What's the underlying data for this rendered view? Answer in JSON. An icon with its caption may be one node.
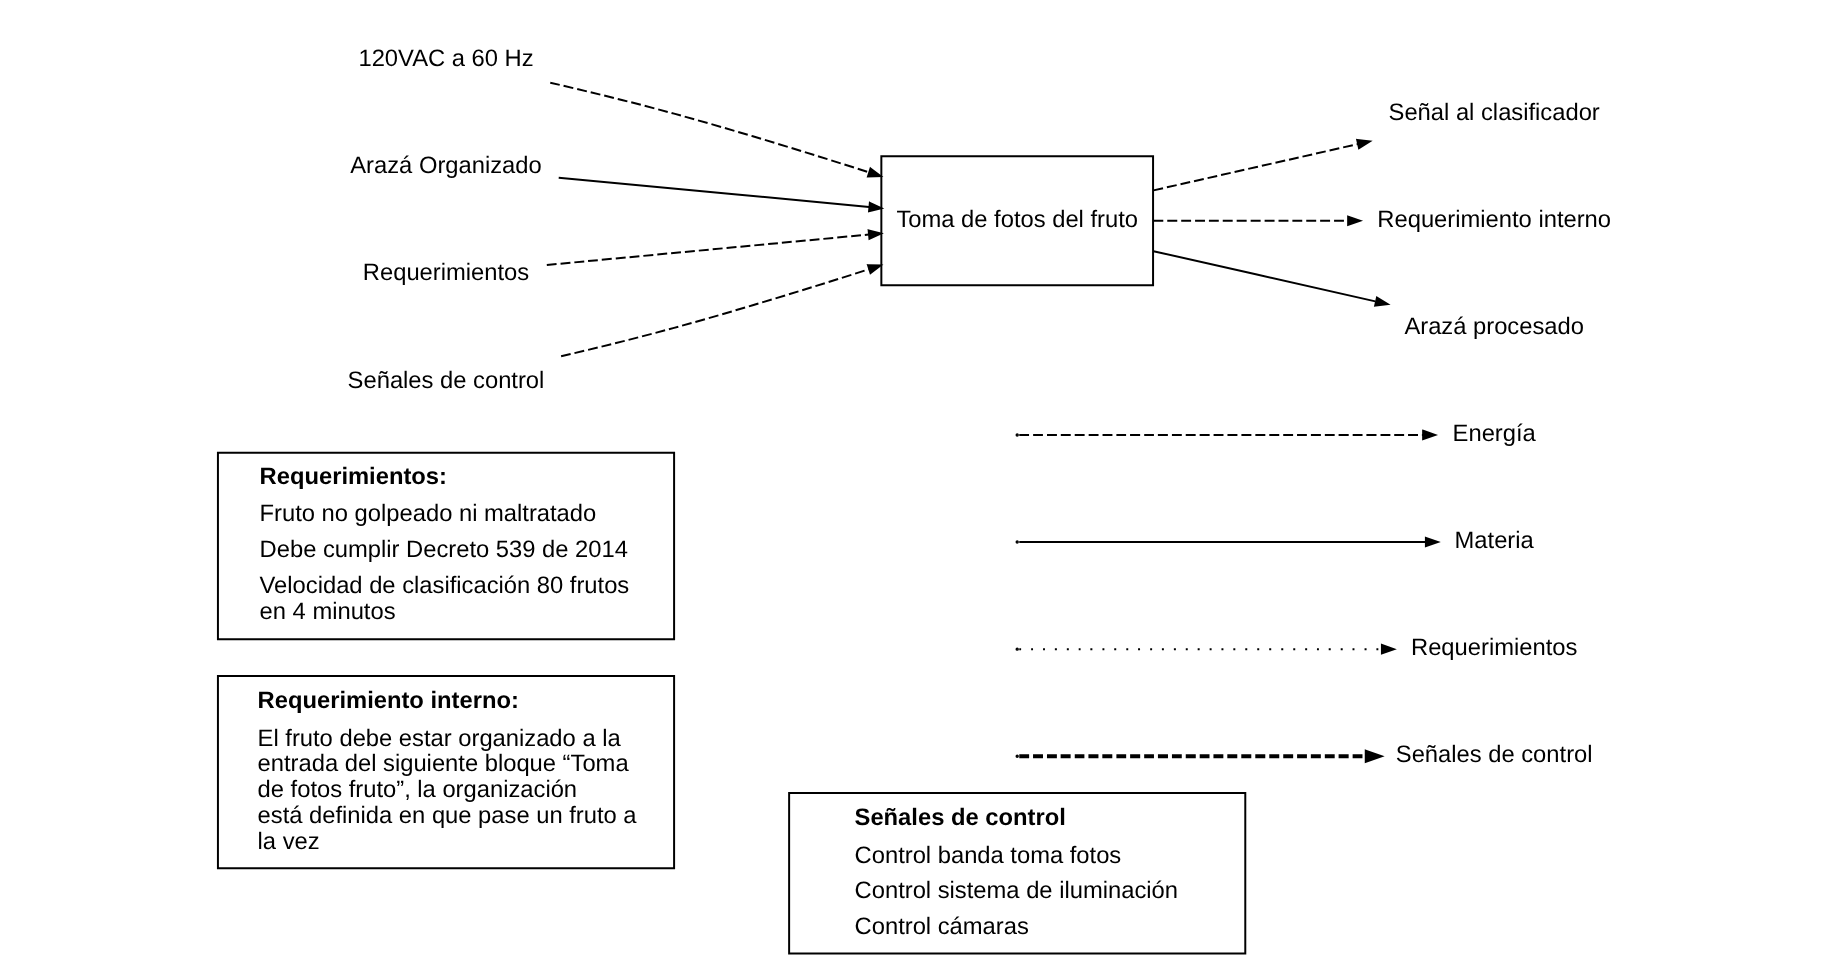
{
  "diagram": {
    "nodes": [
      {
        "text": [
          "120VAC a 60 Hz"
        ]
      },
      {
        "text": [
          "Arazá Organizado"
        ]
      },
      {
        "text": [
          "Requerimientos"
        ]
      },
      {
        "text": [
          "Señales de control"
        ]
      },
      {
        "text": [
          "Toma de fotos del fruto"
        ]
      },
      {
        "text": [
          "Señal al clasificador"
        ]
      },
      {
        "text": [
          "Requerimiento interno"
        ]
      },
      {
        "text": [
          "Arazá procesado"
        ]
      },
      {
        "text": [
          "Requerimientos:",
          "Fruto no golpeado ni maltratado",
          "Debe cumplir Decreto 539 de 2014",
          "Velocidad de clasificación 80 frutos en 4 minutos"
        ]
      },
      {
        "text": [
          "Requerimiento interno:",
          "El fruto debe estar organizado a la entrada del siguiente bloque “Toma de fotos fruto”, la organización está definida en que pase un fruto a la vez"
        ]
      },
      {
        "text": [
          "Señales de control",
          "Control banda toma fotos",
          "Control sistema de iluminación",
          "Control cámaras"
        ]
      }
    ],
    "edges": [
      {
        "from": 0,
        "to": 4,
        "arrow": "to",
        "style": "dashed"
      },
      {
        "from": 1,
        "to": 4,
        "arrow": "to"
      },
      {
        "from": 2,
        "to": 4,
        "arrow": "to",
        "style": "dashed"
      },
      {
        "from": 3,
        "to": 4,
        "arrow": "to",
        "style": "dashed"
      },
      {
        "from": 4,
        "to": 5,
        "arrow": "to",
        "style": "dashed"
      },
      {
        "from": 4,
        "to": 6,
        "arrow": "to",
        "style": "dashed"
      },
      {
        "from": 4,
        "to": 7,
        "arrow": "to"
      }
    ],
    "legend": [
      {
        "text": "Energía"
      },
      {
        "text": "Materia"
      },
      {
        "text": "Requerimientos"
      },
      {
        "text": "Señales de control"
      }
    ]
  }
}
